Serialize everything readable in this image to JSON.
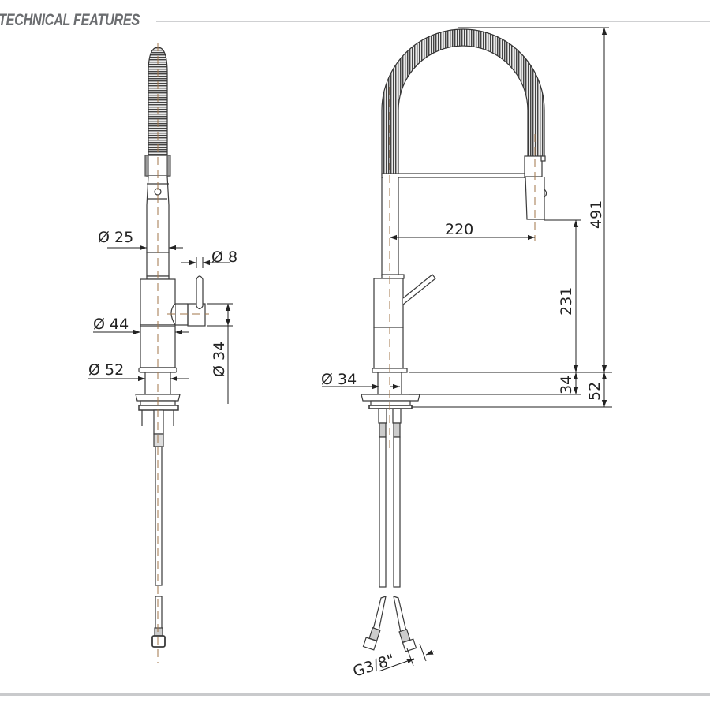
{
  "header": {
    "title": "TECHNICAL FEATURES"
  },
  "colors": {
    "line": "#3a3a3a",
    "centerline": "#a0754a",
    "rule": "#cfd0d2",
    "title": "#6b6d70",
    "hose": "#555555"
  },
  "front_view": {
    "dimensions": {
      "spout_diameter": "Ø 25",
      "lever_diameter": "Ø 8",
      "body_diameter": "Ø 44",
      "lever_height": "Ø 34",
      "base_diameter": "Ø 52"
    }
  },
  "side_view": {
    "dimensions": {
      "reach": "220",
      "total_height": "491",
      "spout_height": "231",
      "body_lower": "34",
      "base_height": "52",
      "shank_diameter": "Ø 34",
      "connection": "G3/8\""
    }
  }
}
